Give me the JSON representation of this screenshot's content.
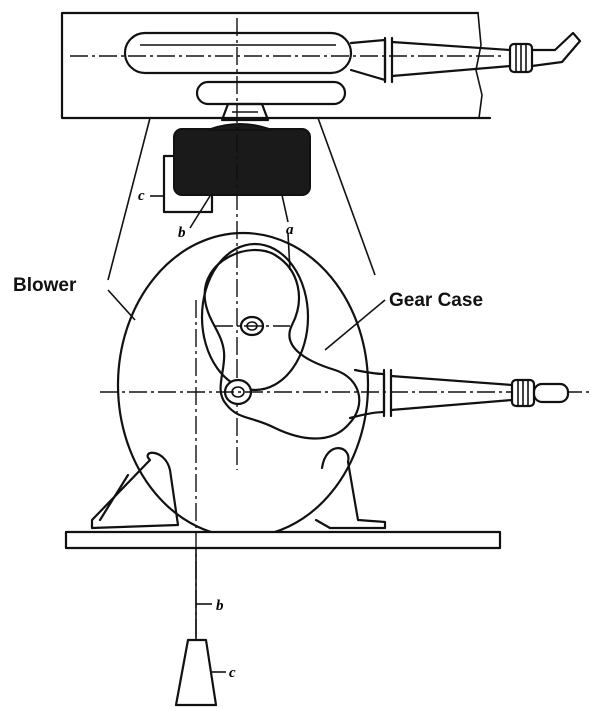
{
  "labels": {
    "blower": "Blower",
    "gear_case": "Gear Case",
    "a_top": "a",
    "b_top": "b",
    "c_top": "c",
    "b_bottom": "b",
    "c_bottom": "c"
  }
}
